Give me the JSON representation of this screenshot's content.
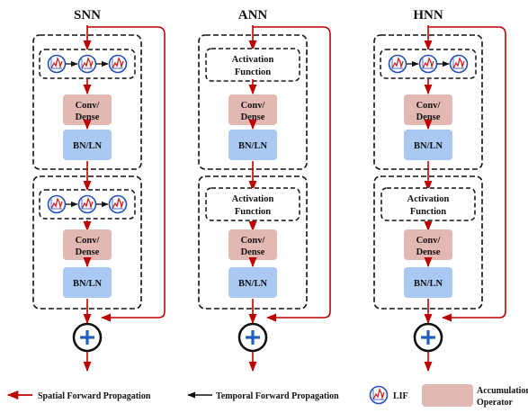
{
  "columns": [
    {
      "title": "SNN"
    },
    {
      "title": "ANN"
    },
    {
      "title": "HNN"
    }
  ],
  "blocks": {
    "conv_dense": [
      "Conv/",
      "Dense"
    ],
    "bn_ln": "BN/LN",
    "activation": [
      "Activation",
      "Function"
    ]
  },
  "legend": {
    "spatial": "Spatial Forward Propagation",
    "temporal": "Temporal Forward Propagation",
    "lif": "LIF",
    "accumulation": [
      "Accumulation",
      "Operator"
    ]
  },
  "colors": {
    "red": "#c00000",
    "conv_fill": "#e3b7b2",
    "bn_fill": "#a9c8f2",
    "plus_blue": "#1f5fbf",
    "lif_red": "#d02020",
    "lif_blue": "#1f4fbf"
  },
  "icons": [
    "lif-neuron-icon",
    "accumulation-plus-icon",
    "arrow-icon"
  ]
}
